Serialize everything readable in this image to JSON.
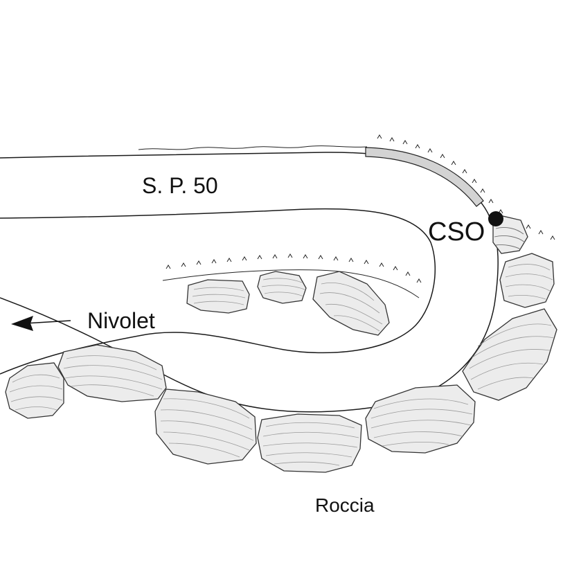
{
  "labels": {
    "road": "S. P. 50",
    "destination": "Nivolet",
    "point": "CSO",
    "terrain": "Roccia"
  },
  "colors": {
    "line": "#1a1a1a",
    "rock_fill": "#ececec",
    "highlight_segment": "#d3d3d3",
    "marker": "#111111"
  },
  "icons": {
    "direction": "arrow-left-icon",
    "point_marker": "filled-circle-marker"
  }
}
